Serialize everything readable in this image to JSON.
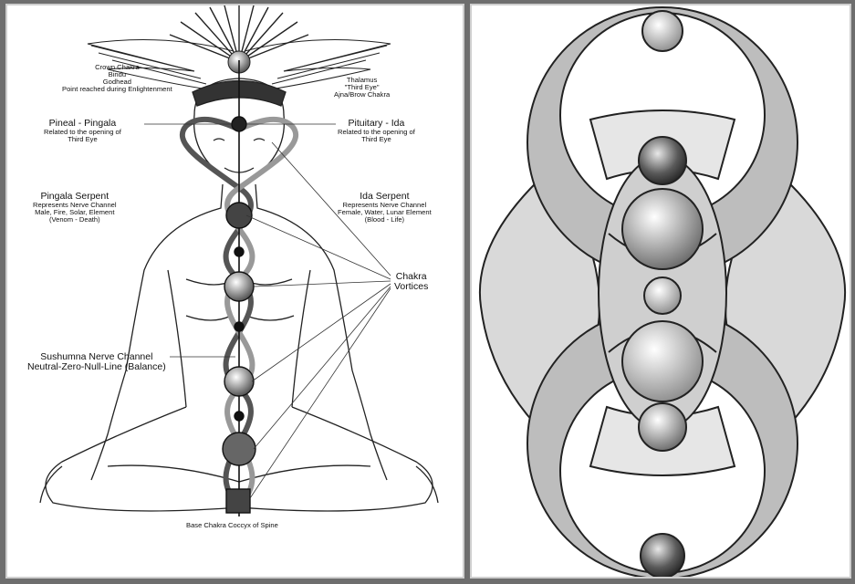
{
  "labels": {
    "crown": [
      "Crown Chakra",
      "Bindu",
      "Godhead",
      "Point reached during Enlightenment"
    ],
    "thalamus": [
      "Thalamus",
      "\"Third Eye\"",
      "Ajna/Brow Chakra"
    ],
    "pineal": {
      "title": "Pineal - Pingala",
      "desc": [
        "Related to the opening of",
        "Third Eye"
      ]
    },
    "pituitary": {
      "title": "Pituitary - Ida",
      "desc": [
        "Related to the opening of",
        "Third Eye"
      ]
    },
    "pingala_serpent": {
      "title": "Pingala Serpent",
      "desc": [
        "Represents Nerve Channel",
        "Male, Fire, Solar, Element",
        "(Venom - Death)"
      ]
    },
    "ida_serpent": {
      "title": "Ida Serpent",
      "desc": [
        "Represents Nerve Channel",
        "Female, Water, Lunar Element",
        "(Blood - Life)"
      ]
    },
    "chakra_vortices": [
      "Chakra",
      "Vortices"
    ],
    "sushumna": [
      "Sushumna Nerve Channel",
      "Neutral-Zero-Null-Line (Balance)"
    ],
    "base": "Base Chakra Coccyx of Spine"
  },
  "colors": {
    "background": "#6e6e6e",
    "panel": "#ffffff",
    "line": "#111111",
    "grey_fill": "#bdbdbd",
    "light_fill": "#e6e6e6"
  }
}
